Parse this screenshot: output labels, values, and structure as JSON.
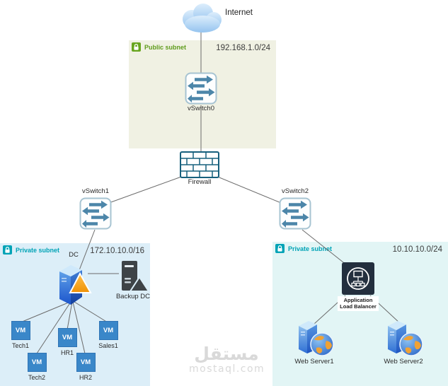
{
  "internet": {
    "label": "Internet"
  },
  "subnets": {
    "public": {
      "label": "Public subnet",
      "cidr": "192.168.1.0/24"
    },
    "private_left": {
      "label": "Private subnet",
      "cidr": "172.10.10.0/16"
    },
    "private_right": {
      "label": "Private subnet",
      "cidr": "10.10.10.0/24"
    }
  },
  "nodes": {
    "vswitch0": {
      "label": "vSwitch0"
    },
    "vswitch1": {
      "label": "vSwitch1"
    },
    "vswitch2": {
      "label": "vSwitch2"
    },
    "firewall": {
      "label": "Firewall"
    },
    "dc": {
      "label": "DC"
    },
    "backup_dc": {
      "label": "Backup DC"
    },
    "load_balancer": {
      "label_line1": "Application",
      "label_line2": "Load Balancer"
    },
    "web_server1": {
      "label": "Web Server1"
    },
    "web_server2": {
      "label": "Web Server2"
    }
  },
  "vm_text": "VM",
  "vms": [
    "Tech1",
    "Tech2",
    "HR1",
    "HR2",
    "Sales1"
  ],
  "watermark": {
    "name": "مستقل",
    "domain": "mostaql.com"
  },
  "colors": {
    "public_green": "#5f9c1d",
    "private_teal": "#00a3b6",
    "vm_blue": "#3a87c9",
    "alb_navy": "#232f3e",
    "line_gray": "#6b6b6b",
    "public_bg": "#f0f1e3",
    "private_left_bg": "#dceef8",
    "private_right_bg": "#e2f5f5"
  }
}
